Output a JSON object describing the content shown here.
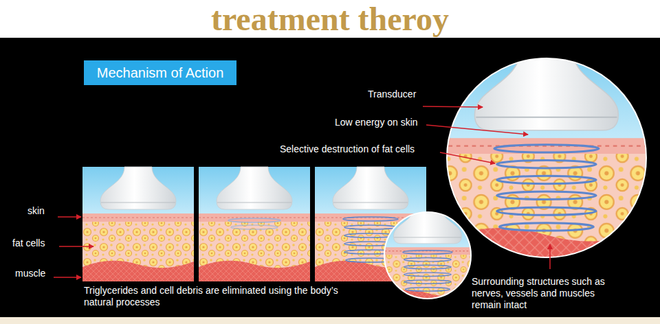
{
  "diagram": {
    "title": "treatment theroy",
    "nodes": [
      {
        "text": [
          "Mechanism of Action"
        ]
      }
    ],
    "labels": [
      "Transducer",
      "Low energy on skin",
      "Selective destruction of fat cells",
      "skin",
      "fat cells",
      "muscle",
      "Triglycerides and cell debris are eliminated using the body’s natural processes",
      "Surrounding structures such as nerves, vessels and muscles remain intact"
    ]
  }
}
